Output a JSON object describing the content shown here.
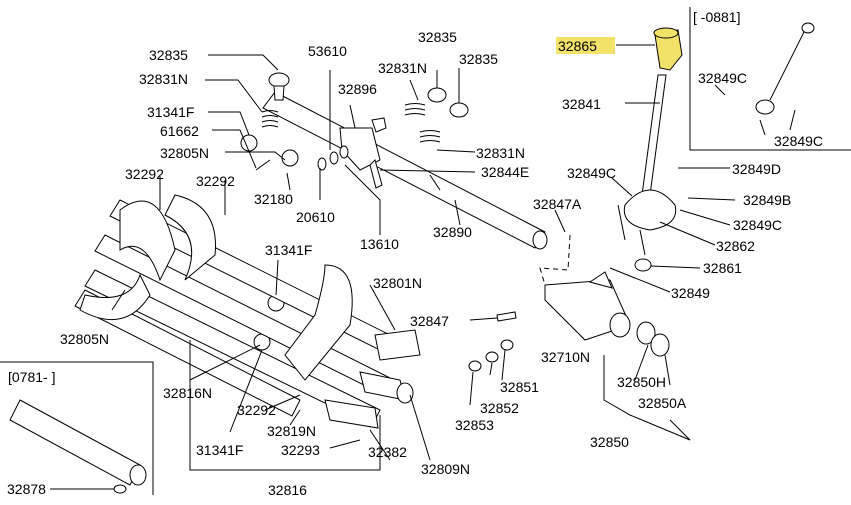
{
  "highlight_color": "#f2e26a",
  "highlighted_part": "32865",
  "insets": {
    "top_right_range": "[ -0881]",
    "bottom_left_range": "[0781- ]"
  },
  "labels": {
    "p32835a": "32835",
    "p32831Na": "32831N",
    "p31341Fa": "31341F",
    "p61662": "61662",
    "p32805Na": "32805N",
    "p32292a": "32292",
    "p32292b": "32292",
    "p32180": "32180",
    "p20610": "20610",
    "p53610": "53610",
    "p32896": "32896",
    "p13610": "13610",
    "p32835b": "32835",
    "p32835c": "32835",
    "p32831Nb": "32831N",
    "p32831Nc": "32831N",
    "p32844E": "32844E",
    "p32890": "32890",
    "p31341Fb": "31341F",
    "p32801N": "32801N",
    "p32847": "32847",
    "p32805Nb": "32805N",
    "p32816N": "32816N",
    "p32292c": "32292",
    "p32819N": "32819N",
    "p31341Fc": "31341F",
    "p32293": "32293",
    "p32382": "32382",
    "p32809N": "32809N",
    "p32816": "32816",
    "p32878": "32878",
    "p32865": "32865",
    "p32841": "32841",
    "p32849Ca": "32849C",
    "p32849Cb": "32849C",
    "p32849Cc": "32849C",
    "p32849Cd": "32849C",
    "p32849D": "32849D",
    "p32849B": "32849B",
    "p32847A": "32847A",
    "p32862": "32862",
    "p32861": "32861",
    "p32849": "32849",
    "p32710N": "32710N",
    "p32851": "32851",
    "p32852": "32852",
    "p32853": "32853",
    "p32850H": "32850H",
    "p32850A": "32850A",
    "p32850": "32850"
  }
}
